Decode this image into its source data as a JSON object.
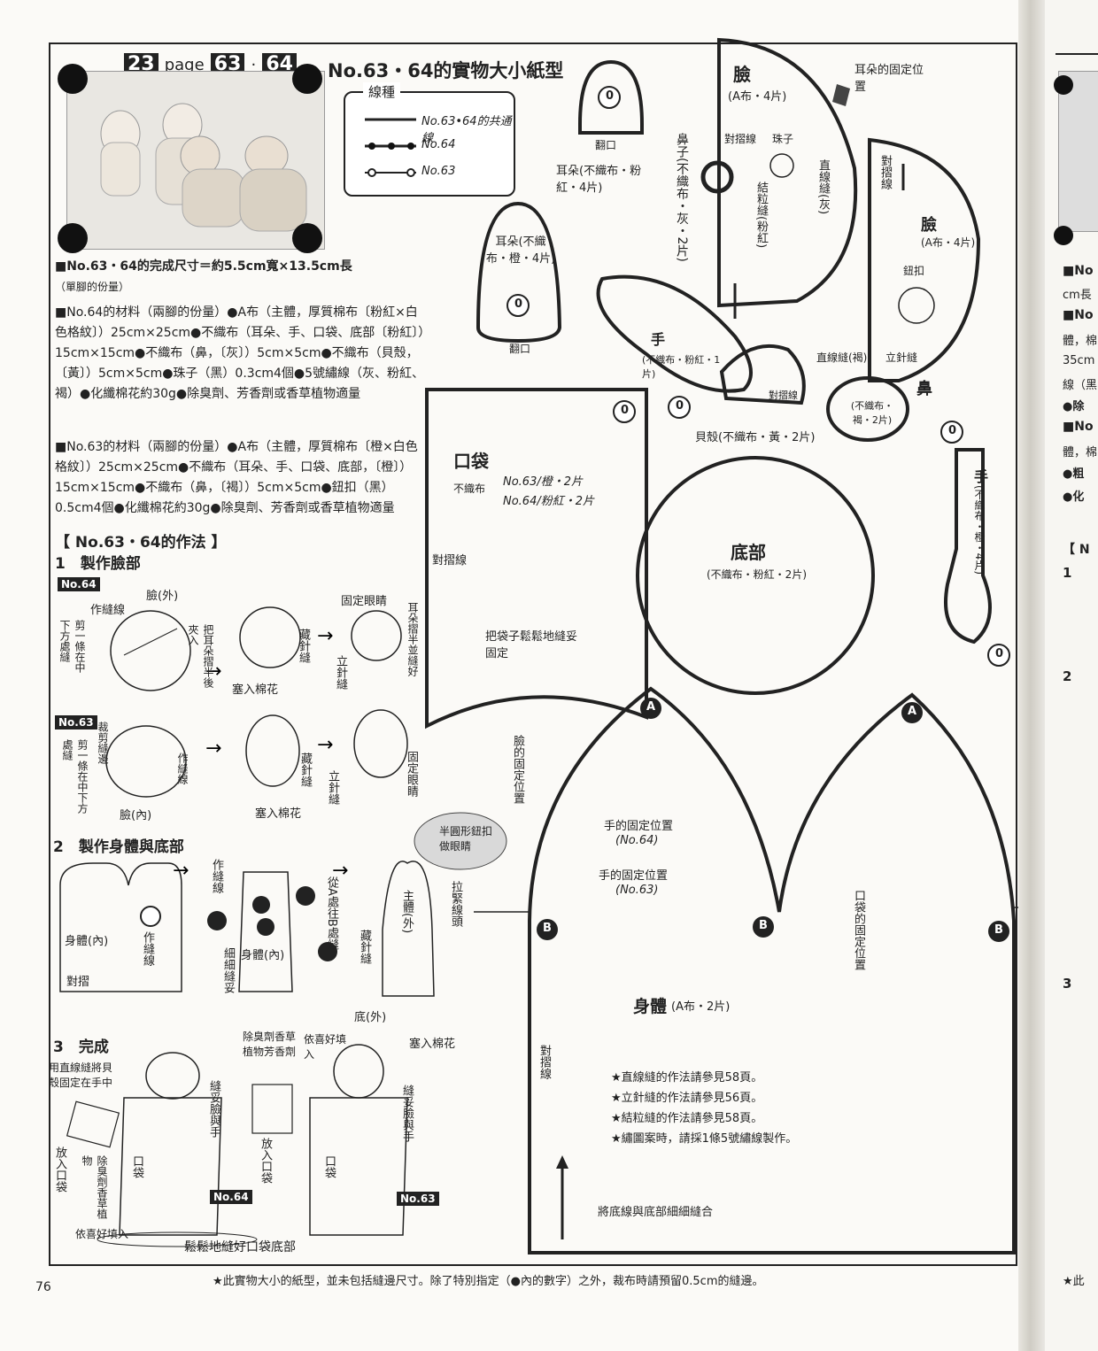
{
  "header": {
    "badge_num": "23",
    "page_word": "page",
    "page_a": "63",
    "page_sep": "·",
    "page_b": "64",
    "title": "No.63・64的實物大小紙型"
  },
  "legend": {
    "title": "線種",
    "row1": "No.63•64的共通線",
    "row2": "No.64",
    "row3": "No.63"
  },
  "specs": {
    "size": "■No.63・64的完成尺寸＝約5.5cm寬×13.5cm長",
    "size_note": "（單腳的份量）",
    "mat64": "■No.64的材料（兩腳的份量）●A布（主體，厚質棉布〔粉紅×白色格紋〕）25cm×25cm●不織布（耳朵、手、口袋、底部〔粉紅〕）15cm×15cm●不織布（鼻，〔灰〕）5cm×5cm●不織布（貝殼，〔黃〕）5cm×5cm●珠子（黑）0.3cm4個●5號繡線（灰、粉紅、褐）●化纖棉花約30g●除臭劑、芳香劑或香草植物適量",
    "mat63": "■No.63的材料（兩腳的份量）●A布（主體，厚質棉布〔橙×白色格紋〕）25cm×25cm●不織布（耳朵、手、口袋、底部，〔橙〕）15cm×15cm●不織布（鼻，〔褐〕）5cm×5cm●鈕扣（黑）0.5cm4個●化纖棉花約30g●除臭劑、芳香劑或香草植物適量"
  },
  "method": {
    "title": "【 No.63・64的作法 】",
    "step1": "1　製作臉部",
    "step2": "2　製作身體與底部",
    "step3": "3　完成",
    "tag64": "No.64",
    "tag63": "No.63",
    "tag64b": "No.64",
    "tag63b": "No.63",
    "s1_face_out": "臉(外)",
    "s1_stitch": "作縫線",
    "s1_cut": "剪一條在中下方處縫",
    "s1_fold_ear": "把耳朵摺半後夾入",
    "s1_stuff": "塞入棉花",
    "s1_blind": "藏針縫",
    "s1_vertical": "立針縫",
    "s1_fix_eye": "固定眼睛",
    "s1_ear_fold": "耳朵摺半並縫好",
    "s1_cut_tight": "裁剪縫邊",
    "s1_face_in": "臉(內)",
    "s1_stitch2": "作縫線",
    "s1_cut2": "剪一條在中下方處縫",
    "s1_stuff2": "塞入棉花",
    "s1_blind2": "藏針縫",
    "s1_vertical2": "立針縫",
    "s1_fix_eye2": "固定眼睛",
    "s1_button_eye": "半圓形鈕扣做眼睛",
    "s2_body_in": "身體(內)",
    "s2_fold": "對摺",
    "s2_stitch": "作縫線",
    "s2_stitch2": "作縫線",
    "s2_fine": "細細縫妥",
    "s2_body_in2": "身體(內)",
    "s2_from": "從A處往B處縫",
    "s2_body_out": "主體(外)",
    "s2_pull": "拉緊線頭",
    "s2_blind": "藏針縫",
    "s2_bottom": "底(外)",
    "s2_stuff": "塞入棉花",
    "s3_glue": "用直線縫將貝殼固定在手中",
    "s3_pocket": "放入口袋",
    "s3_deodor": "除臭劑香草植物",
    "s3_fill": "依喜好填入",
    "s3_sew_face": "縫妥臉與手",
    "s3_herb": "除臭劑香草植物芳香劑",
    "s3_fill2": "依喜好填入",
    "s3_pocket2": "放入口袋",
    "s3_sew_face2": "縫妥臉與手",
    "s3_pocket_label": "口袋",
    "s3_pocket_label2": "口袋",
    "s3_bottom": "鬆鬆地縫好口袋底部"
  },
  "pattern": {
    "face": "臉",
    "face_note": "(A布・4片)",
    "ear_pos": "耳朵的固定位置",
    "fold_line": "對摺線",
    "bead": "珠子",
    "straight": "直線縫(灰)",
    "knot": "結粒縫(粉紅)",
    "nose": "鼻子(不織布・灰・2片)",
    "ear64": "耳朵(不織布・粉紅・4片)",
    "flip": "翻口",
    "ear63": "耳朵(不織布・橙・4片)",
    "flip2": "翻口",
    "face2": "臉",
    "face2_note": "(A布・4片)",
    "fold_line2": "對摺線",
    "button": "鈕扣",
    "hand64": "手",
    "hand64_note": "(不織布・粉紅・1片)",
    "fold_line3": "對摺線",
    "straight2": "直線縫(褐)",
    "vertical": "立針縫",
    "nose2": "鼻",
    "nose2_note": "(不織布・褐・2片)",
    "shell": "貝殼(不織布・黃・2片)",
    "pocket": "口袋",
    "pocket_fabric": "不織布",
    "pocket63": "No.63/橙・2片",
    "pocket64": "No.64/粉紅・2片",
    "fold_line4": "對摺線",
    "pocket_sew": "把袋子鬆鬆地縫妥固定",
    "bottom": "底部",
    "bottom_note": "(不織布・粉紅・2片)",
    "hand63": "手",
    "hand63_note": "(不織布・橙・4片)",
    "face_pos": "臉的固定位置",
    "hand_pos64": "手的固定位置",
    "hand_pos64_no": "(No.64)",
    "hand_pos63": "手的固定位置",
    "hand_pos63_no": "(No.63)",
    "pocket_pos": "口袋的固定位置",
    "body": "身體",
    "body_note": "(A布・2片)",
    "fold_line5": "對摺線",
    "bottom_sew": "將底線與底部細細縫合",
    "mark_A": "A",
    "mark_B": "B",
    "mark_0": "0"
  },
  "notes": [
    "★直線縫的作法請參見58頁。",
    "★立針縫的作法請參見56頁。",
    "★結粒縫的作法請參見58頁。",
    "★繡圖案時，請採1條5號繡線製作。"
  ],
  "footnote": "★此實物大小的紙型，並未包括縫邊尺寸。除了特別指定（●內的數字）之外，裁布時請預留0.5cm的縫邊。",
  "page_number": "76",
  "next_page": {
    "l1": "■No",
    "l2": "cm長",
    "l3": "■No",
    "l4": "體，棉",
    "l5": "35cm",
    "l6": "線（黑",
    "l7": "●除",
    "l8": "■No",
    "l9": "體，棉",
    "l10": "●粗",
    "l11": "●化",
    "l12": "【 N",
    "l13": "1",
    "l14": "2",
    "l15": "3",
    "l16": "★此"
  }
}
